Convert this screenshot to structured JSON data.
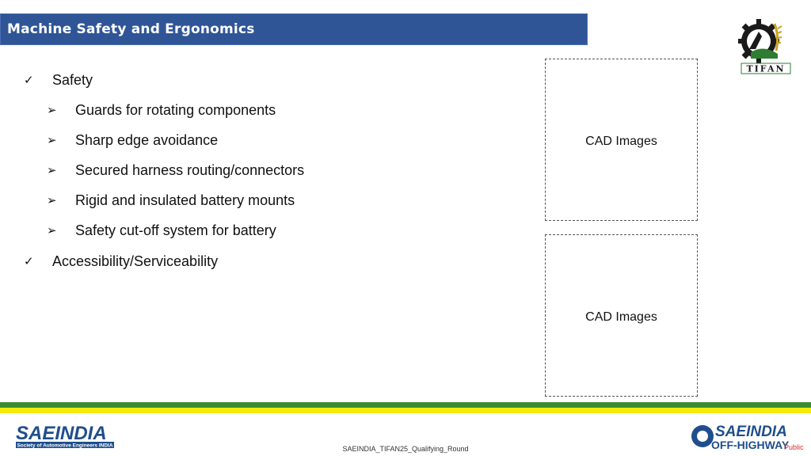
{
  "header": {
    "title": "Machine Safety and Ergonomics"
  },
  "logos": {
    "tifan_text": "TIFAN",
    "saeindia_text": "SAEINDIA",
    "saeindia_sub": "Society of Automotive Engineers INDIA",
    "offhighway_text_top": "SAEINDIA",
    "offhighway_text_bottom": "OFF-HIGHWAY"
  },
  "content": {
    "items": [
      {
        "level": 1,
        "marker": "✓",
        "text": "Safety"
      },
      {
        "level": 2,
        "marker": "➢",
        "text": "Guards for rotating components"
      },
      {
        "level": 2,
        "marker": "➢",
        "text": "Sharp edge avoidance"
      },
      {
        "level": 2,
        "marker": "➢",
        "text": "Secured harness routing/connectors"
      },
      {
        "level": 2,
        "marker": "➢",
        "text": "Rigid and insulated battery mounts"
      },
      {
        "level": 2,
        "marker": "➢",
        "text": "Safety cut-off system for battery"
      },
      {
        "level": 1,
        "marker": "✓",
        "text": "Accessibility/Serviceability"
      }
    ]
  },
  "placeholders": [
    {
      "label": "CAD Images"
    },
    {
      "label": "CAD Images"
    }
  ],
  "footer": {
    "text": "SAEINDIA_TIFAN25_Qualifying_Round",
    "classification": "Public"
  },
  "colors": {
    "title_bar": "#2f5597",
    "stripe_green": "#3a8d2e",
    "stripe_yellow": "#f2ec0c",
    "logo_blue": "#1f4e8c"
  }
}
